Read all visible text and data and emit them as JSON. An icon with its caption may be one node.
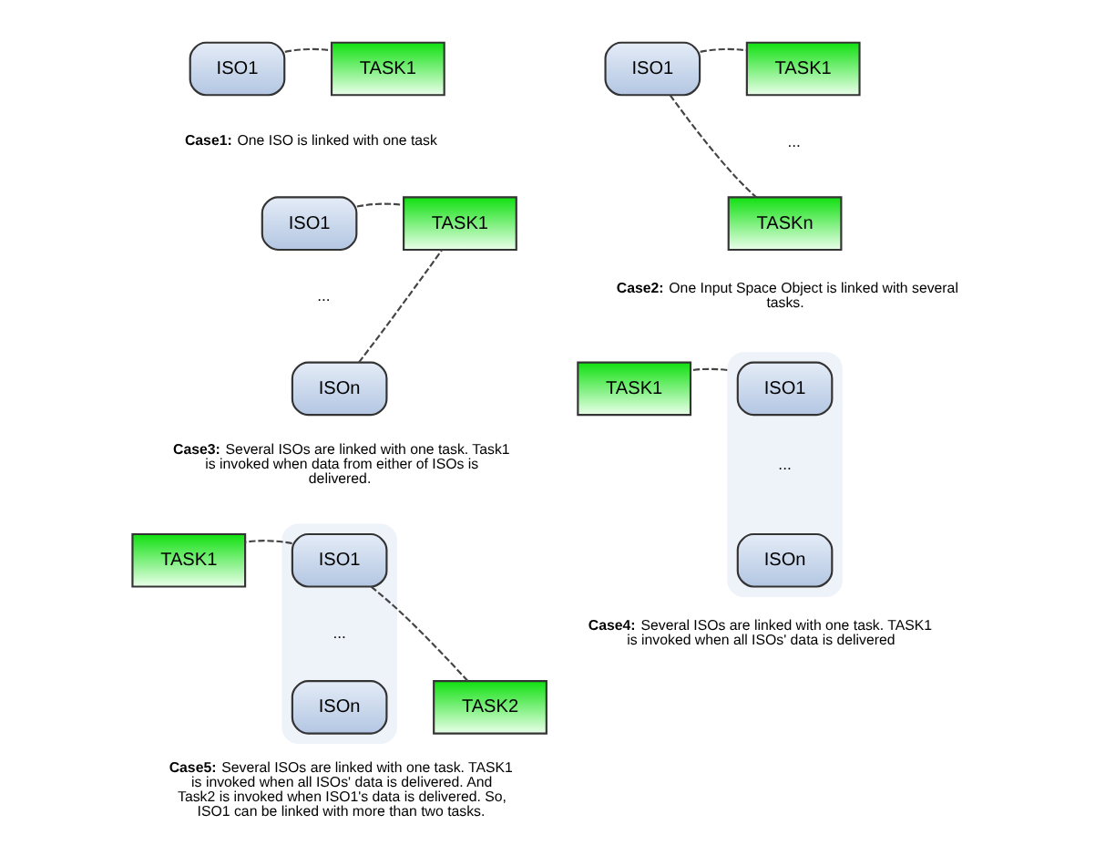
{
  "diagram": {
    "nodes": [
      {
        "text": [
          "ISO1"
        ]
      },
      {
        "text": [
          "TASK1"
        ]
      },
      {
        "text": [
          "ISO1"
        ]
      },
      {
        "text": [
          "TASK1"
        ]
      },
      {
        "text": [
          "TASKn"
        ]
      },
      {
        "text": [
          "ISO1"
        ]
      },
      {
        "text": [
          "TASK1"
        ]
      },
      {
        "text": [
          "ISOn"
        ]
      },
      {
        "text": [],
        "shape": "box"
      },
      {
        "text": [
          "ISO1"
        ],
        "in": 8
      },
      {
        "text": [
          "ISOn"
        ],
        "in": 8
      },
      {
        "text": [
          "TASK1"
        ]
      },
      {
        "text": [],
        "shape": "box"
      },
      {
        "text": [
          "ISO1"
        ],
        "in": 12
      },
      {
        "text": [
          "ISOn"
        ],
        "in": 12
      },
      {
        "text": [
          "TASK1"
        ]
      },
      {
        "text": [
          "TASK2"
        ]
      }
    ],
    "edges": [
      {
        "from": 0,
        "to": 1,
        "arrow": "none",
        "style": "dashed"
      },
      {
        "from": 2,
        "to": 3,
        "arrow": "none",
        "style": "dashed"
      },
      {
        "from": 2,
        "to": 4,
        "arrow": "none",
        "style": "dashed"
      },
      {
        "from": 5,
        "to": 6,
        "arrow": "none",
        "style": "dashed"
      },
      {
        "from": 7,
        "to": 6,
        "arrow": "none",
        "style": "dashed"
      },
      {
        "from": 8,
        "to": 11,
        "arrow": "none",
        "style": "dashed"
      },
      {
        "from": 13,
        "to": 15,
        "arrow": "none",
        "style": "dashed"
      },
      {
        "from": 13,
        "to": 16,
        "arrow": "none",
        "style": "dashed"
      }
    ],
    "labels": [
      "**Case1:** One ISO is linked with one task",
      "...",
      "...",
      "**Case2:** One Input Space Object is linked with several tasks.",
      "**Case3:** Several ISOs are linked with one task. Task1 is invoked when data from either of ISOs is delivered.",
      "...",
      "...",
      "**Case4:** Several ISOs are linked with one task. TASK1 is invoked when all ISOs' data is delivered",
      "**Case5:** Several ISOs are linked with one task. TASK1 is invoked when all ISOs' data is delivered. And Task2 is invoked when ISO1's data is delivered. So, ISO1 can be linked with more than two tasks."
    ]
  }
}
